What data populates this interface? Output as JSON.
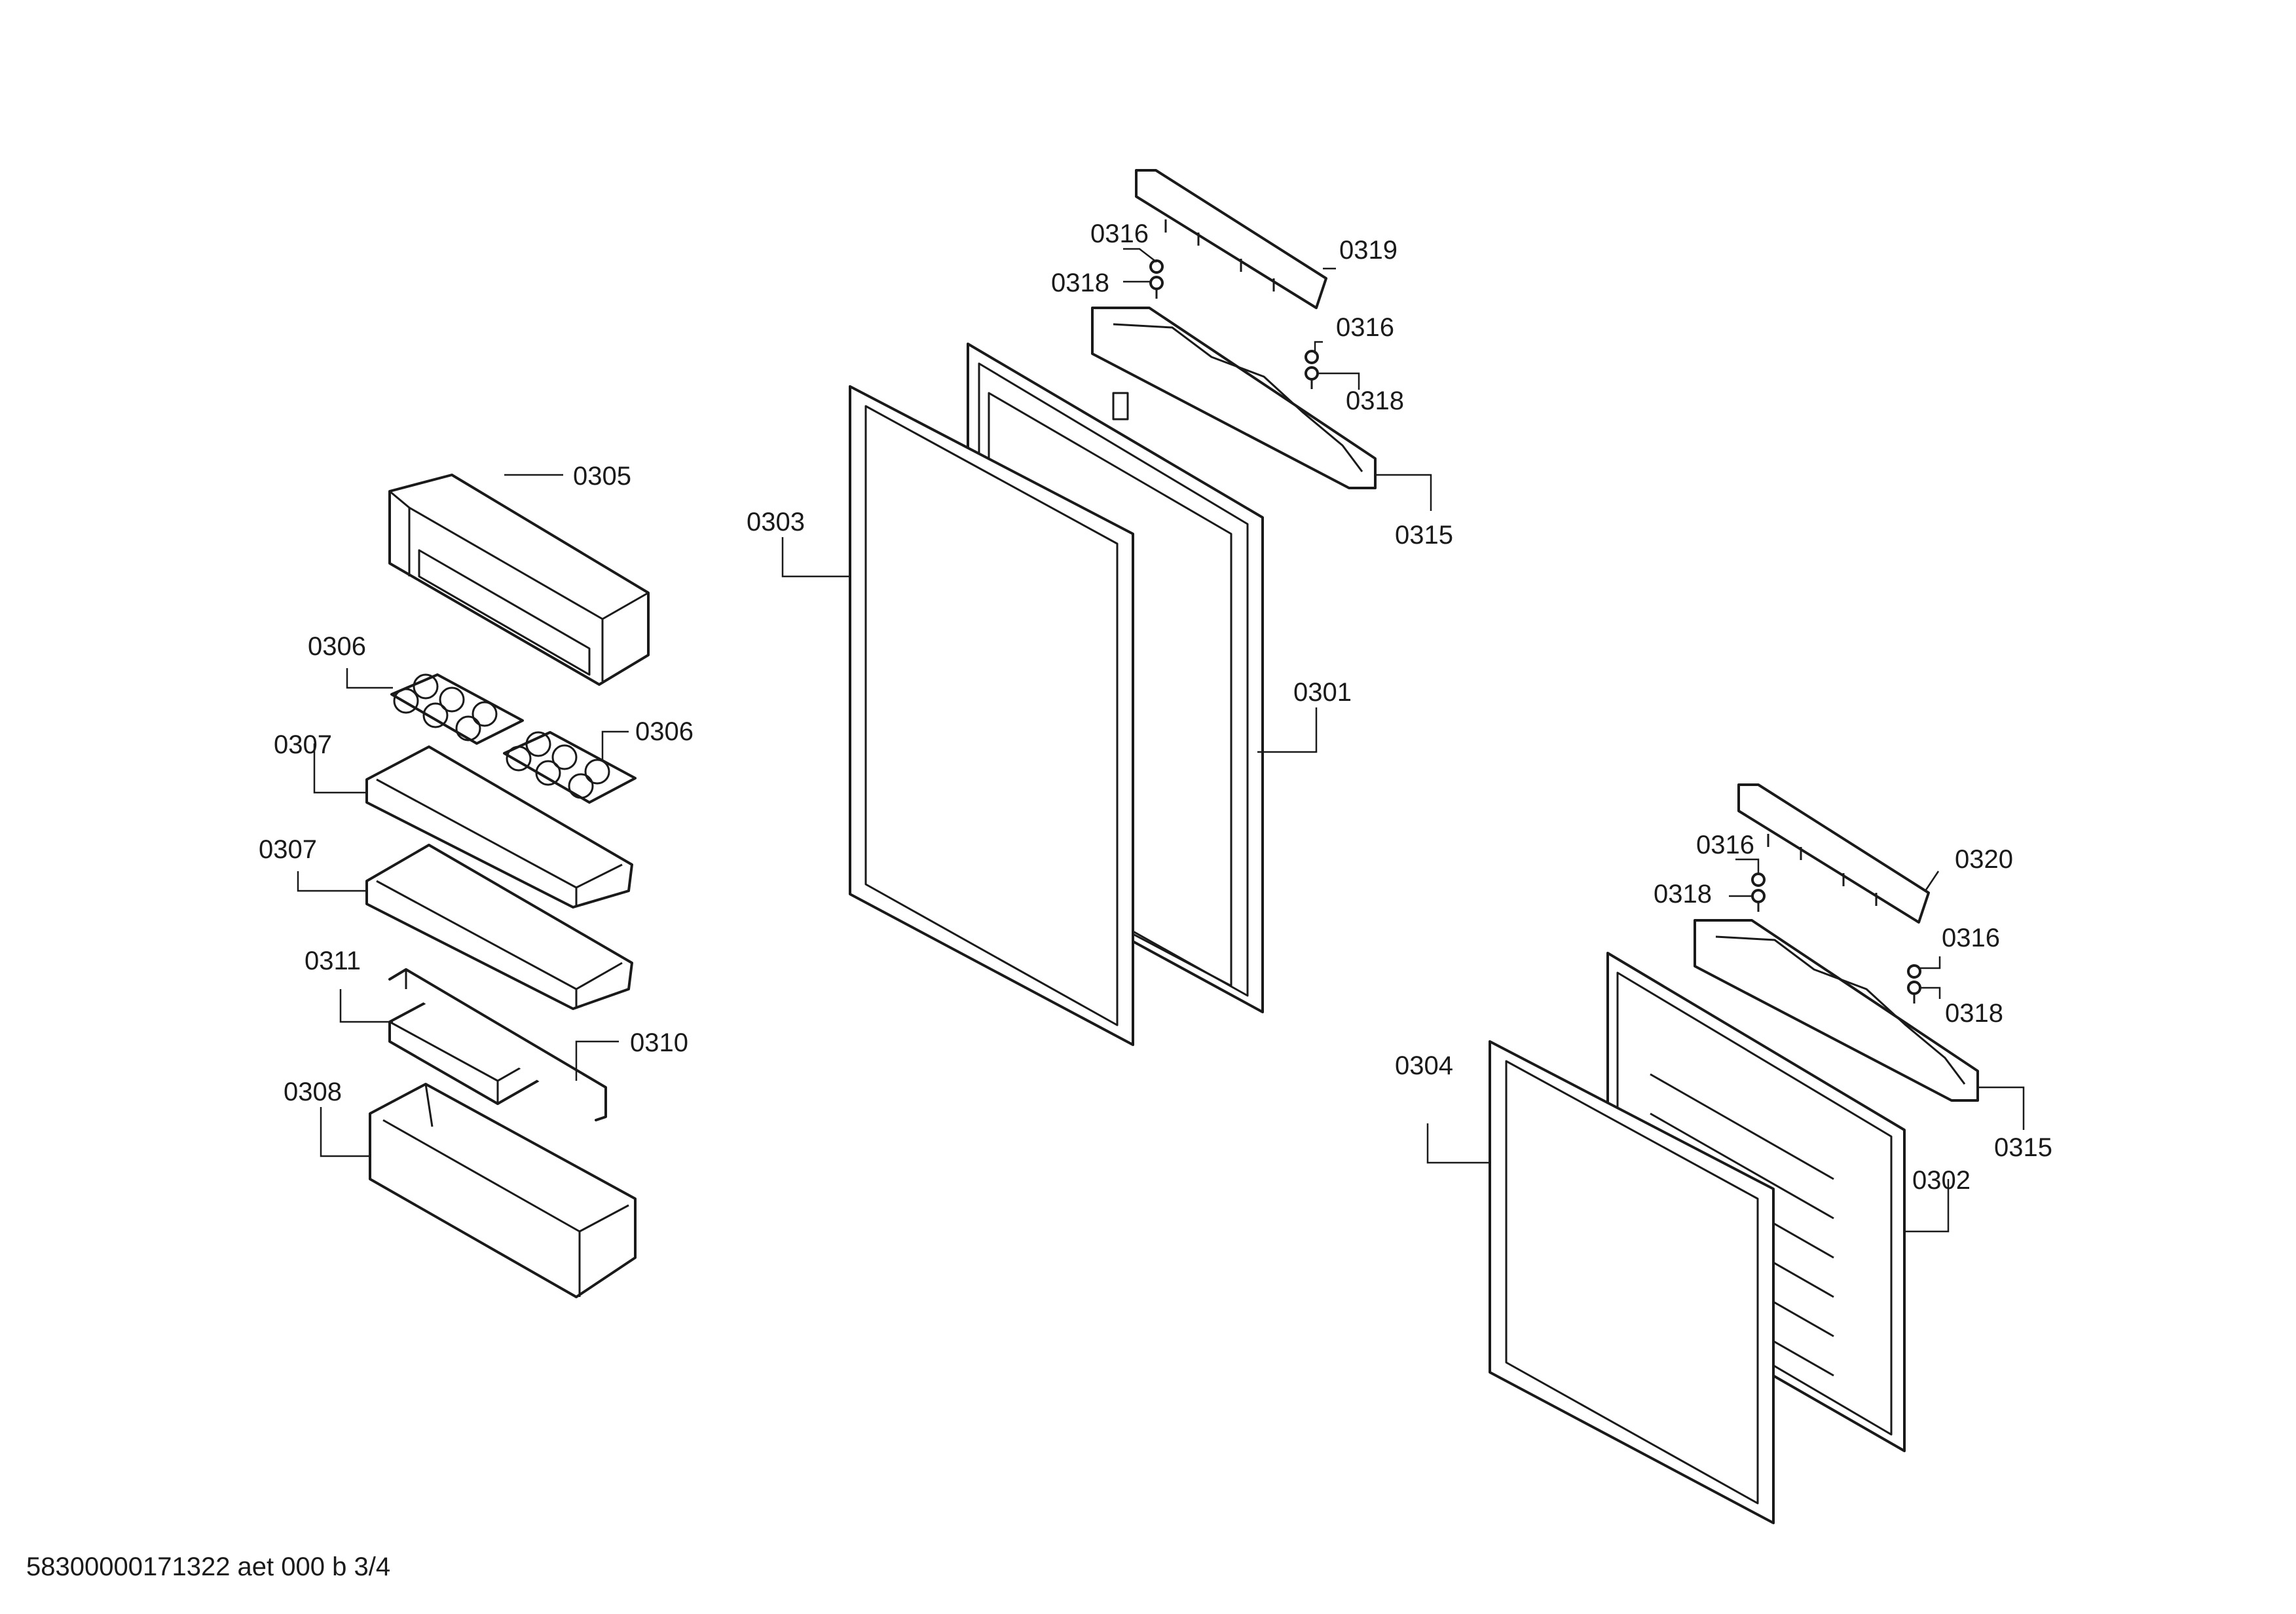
{
  "labels": {
    "l0301": "0301",
    "l0302": "0302",
    "l0303": "0303",
    "l0304": "0304",
    "l0305": "0305",
    "l0306a": "0306",
    "l0306b": "0306",
    "l0307a": "0307",
    "l0307b": "0307",
    "l0308": "0308",
    "l0310": "0310",
    "l0311": "0311",
    "l0315a": "0315",
    "l0315b": "0315",
    "l0316a": "0316",
    "l0316b": "0316",
    "l0316c": "0316",
    "l0316d": "0316",
    "l0318a": "0318",
    "l0318b": "0318",
    "l0318c": "0318",
    "l0318d": "0318",
    "l0319": "0319",
    "l0320": "0320"
  },
  "footer": "58300000171322 aet 000 b 3/4"
}
